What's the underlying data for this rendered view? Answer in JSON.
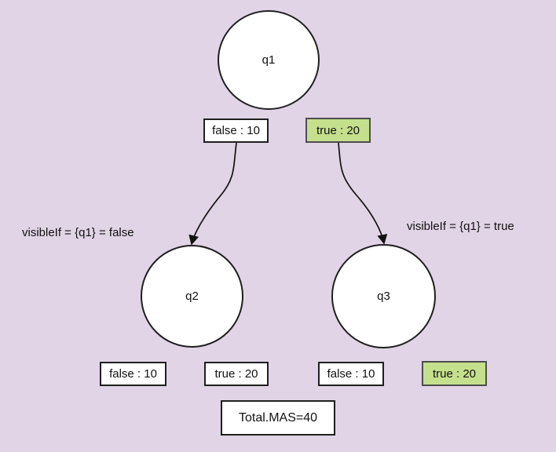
{
  "diagram": {
    "background_color": "#e0d4e6",
    "highlight_color": "#c5e08d",
    "node_fill_color": "#ffffff",
    "stroke_color": "#1f1f1f",
    "nodes": [
      {
        "id": "q1",
        "label": "q1"
      },
      {
        "id": "q2",
        "label": "q2"
      },
      {
        "id": "q3",
        "label": "q3"
      }
    ],
    "options": {
      "q1_false": {
        "label": "false : 10",
        "highlighted": false
      },
      "q1_true": {
        "label": "true : 20",
        "highlighted": true
      },
      "q2_false": {
        "label": "false : 10",
        "highlighted": false
      },
      "q2_true": {
        "label": "true : 20",
        "highlighted": false
      },
      "q3_false": {
        "label": "false : 10",
        "highlighted": false
      },
      "q3_true": {
        "label": "true : 20",
        "highlighted": true
      }
    },
    "edge_labels": {
      "left": "visibleIf = {q1} = false",
      "right": "visibleIf = {q1} = true"
    },
    "total": {
      "label": "Total.MAS=40"
    }
  }
}
